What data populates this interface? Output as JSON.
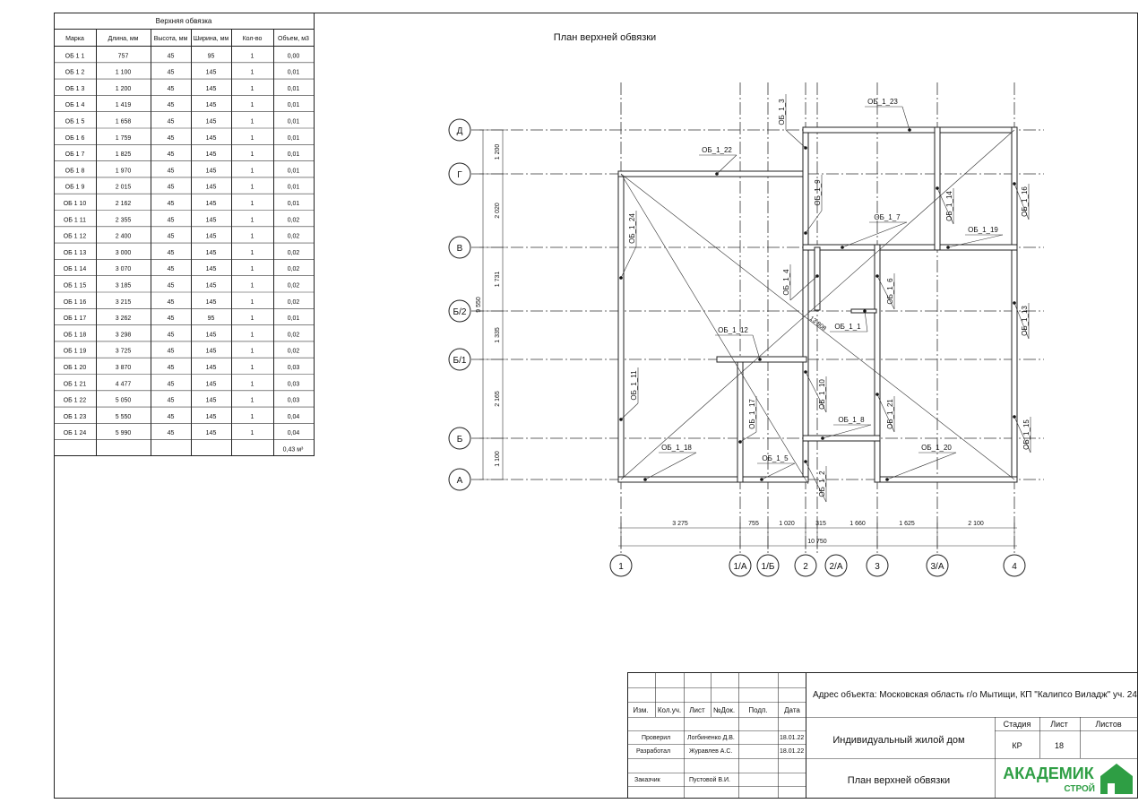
{
  "table": {
    "title": "Верхняя обвязка",
    "headers": [
      "Марка",
      "Длина, мм",
      "Высота, мм",
      "Ширина, мм",
      "Кол-во",
      "Объем, м3"
    ],
    "rows": [
      [
        "ОБ 1 1",
        "757",
        "45",
        "95",
        "1",
        "0,00"
      ],
      [
        "ОБ 1 2",
        "1 100",
        "45",
        "145",
        "1",
        "0,01"
      ],
      [
        "ОБ 1 3",
        "1 200",
        "45",
        "145",
        "1",
        "0,01"
      ],
      [
        "ОБ 1 4",
        "1 419",
        "45",
        "145",
        "1",
        "0,01"
      ],
      [
        "ОБ 1 5",
        "1 658",
        "45",
        "145",
        "1",
        "0,01"
      ],
      [
        "ОБ 1 6",
        "1 759",
        "45",
        "145",
        "1",
        "0,01"
      ],
      [
        "ОБ 1 7",
        "1 825",
        "45",
        "145",
        "1",
        "0,01"
      ],
      [
        "ОБ 1 8",
        "1 970",
        "45",
        "145",
        "1",
        "0,01"
      ],
      [
        "ОБ 1 9",
        "2 015",
        "45",
        "145",
        "1",
        "0,01"
      ],
      [
        "ОБ 1 10",
        "2 162",
        "45",
        "145",
        "1",
        "0,01"
      ],
      [
        "ОБ 1 11",
        "2 355",
        "45",
        "145",
        "1",
        "0,02"
      ],
      [
        "ОБ 1 12",
        "2 400",
        "45",
        "145",
        "1",
        "0,02"
      ],
      [
        "ОБ 1 13",
        "3 000",
        "45",
        "145",
        "1",
        "0,02"
      ],
      [
        "ОБ 1 14",
        "3 070",
        "45",
        "145",
        "1",
        "0,02"
      ],
      [
        "ОБ 1 15",
        "3 185",
        "45",
        "145",
        "1",
        "0,02"
      ],
      [
        "ОБ 1 16",
        "3 215",
        "45",
        "145",
        "1",
        "0,02"
      ],
      [
        "ОБ 1 17",
        "3 262",
        "45",
        "95",
        "1",
        "0,01"
      ],
      [
        "ОБ 1 18",
        "3 298",
        "45",
        "145",
        "1",
        "0,02"
      ],
      [
        "ОБ 1 19",
        "3 725",
        "45",
        "145",
        "1",
        "0,02"
      ],
      [
        "ОБ 1 20",
        "3 870",
        "45",
        "145",
        "1",
        "0,03"
      ],
      [
        "ОБ 1 21",
        "4 477",
        "45",
        "145",
        "1",
        "0,03"
      ],
      [
        "ОБ 1 22",
        "5 050",
        "45",
        "145",
        "1",
        "0,03"
      ],
      [
        "ОБ 1 23",
        "5 550",
        "45",
        "145",
        "1",
        "0,04"
      ],
      [
        "ОБ 1 24",
        "5 990",
        "45",
        "145",
        "1",
        "0,04"
      ]
    ],
    "total": "0,43 м³"
  },
  "plan": {
    "title": "План верхней обвязки",
    "row_axes": [
      "Д",
      "Г",
      "В",
      "Б/2",
      "Б/1",
      "Б",
      "А"
    ],
    "col_axes": [
      "1",
      "1/А",
      "1/Б",
      "2",
      "2/А",
      "3",
      "3/А",
      "4"
    ],
    "left_dims": [
      "1 200",
      "2 020",
      "1 731",
      "1 335",
      "2 165",
      "1 100"
    ],
    "left_total": "9 550",
    "bottom_dims": [
      "3 275",
      "755",
      "1 020",
      "315",
      "1 660",
      "1 625",
      "2 100"
    ],
    "bottom_total": "10 750",
    "diagonal_label": "13 808",
    "labels": [
      "ОБ_1_22",
      "ОБ_1_23",
      "ОБ_1_3",
      "ОБ_1_24",
      "ОБ_1_9",
      "ОБ_1_7",
      "ОБ_1_14",
      "ОБ_1_16",
      "ОБ_1_19",
      "ОБ_1_4",
      "ОБ_1_6",
      "ОБ_1_12",
      "ОБ_1_1",
      "ОБ_1_13",
      "ОБ_1_11",
      "ОБ_1_10",
      "ОБ_1_17",
      "ОБ_1_21",
      "ОБ_1_8",
      "ОБ_1_15",
      "ОБ_1_18",
      "ОБ_1_5",
      "ОБ_1_20",
      "ОБ_1_2"
    ]
  },
  "title_block": {
    "headers": [
      "Изм.",
      "Кол.уч.",
      "Лист",
      "№Док.",
      "Подп.",
      "Дата"
    ],
    "address": "Адрес объекта: Московская область г/о Мытищи, КП \"Калипсо Виладж\" уч. 24",
    "checked_label": "Проверил",
    "checked_name": "Логбиненко Д.В.",
    "checked_date": "18.01.22",
    "developed_label": "Разработал",
    "developed_name": "Журавлев А.С.",
    "developed_date": "18.01.22",
    "customer_label": "Заказчик",
    "customer_name": "Пустовой В.И.",
    "project": "Индивидуальный жилой дом",
    "sheet_title": "План верхней обвязки",
    "stage_label": "Стадия",
    "sheet_label": "Лист",
    "sheets_label": "Листов",
    "stage": "КР",
    "sheet": "18",
    "logo_main": "АКАДЕМИК",
    "logo_sub": "СТРОЙ",
    "logo_color": "#2e9e44"
  }
}
